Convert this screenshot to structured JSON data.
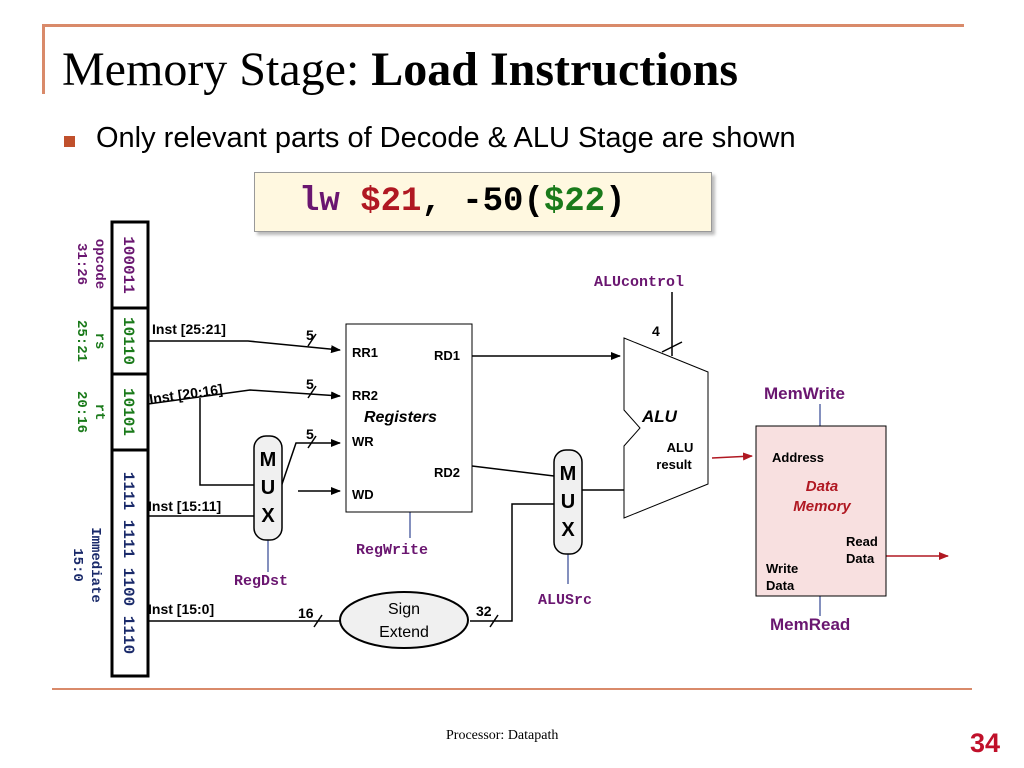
{
  "slide": {
    "title_regular": "Memory Stage: ",
    "title_bold": "Load Instructions",
    "bullet": "Only relevant parts of Decode & ALU Stage are shown",
    "footer": "Processor: Datapath",
    "page_number": "34"
  },
  "instruction": {
    "op": "lw",
    "rt": "$21",
    "sep1": ", ",
    "offset": "-50(",
    "rs": "$22",
    "close": ")"
  },
  "instruction_fields": [
    {
      "bits": "100011",
      "name": "opcode",
      "range": "31:26",
      "color": "#6a1670"
    },
    {
      "bits": "10110",
      "name": "rs",
      "range": "25:21",
      "color": "#1a7a1a"
    },
    {
      "bits": "10101",
      "name": "rt",
      "range": "20:16",
      "color": "#1a7a1a"
    },
    {
      "bits": "1111 1111 1100 1110",
      "name": "Immediate",
      "range": "15:0",
      "color": "#1a2a6a"
    }
  ],
  "wire_labels": {
    "inst_25_21": "Inst [25:21]",
    "inst_20_16": "Inst [20:16]",
    "inst_15_11": "Inst [15:11]",
    "inst_15_0": "Inst [15:0]",
    "w5a": "5",
    "w5b": "5",
    "w5c": "5",
    "w4": "4",
    "w16": "16",
    "w32": "32"
  },
  "registers": {
    "title": "Registers",
    "rr1": "RR1",
    "rr2": "RR2",
    "wr": "WR",
    "wd": "WD",
    "rd1": "RD1",
    "rd2": "RD2"
  },
  "mux": {
    "m": "M",
    "u": "U",
    "x": "X"
  },
  "alu": {
    "label": "ALU",
    "result_line1": "ALU",
    "result_line2": "result"
  },
  "sign_extend": {
    "line1": "Sign",
    "line2": "Extend"
  },
  "data_memory": {
    "address": "Address",
    "title_line1": "Data",
    "title_line2": "Memory",
    "read_data_line1": "Read",
    "read_data_line2": "Data",
    "write_data_line1": "Write",
    "write_data_line2": "Data"
  },
  "control_signals": {
    "alucontrol": "ALUcontrol",
    "regwrite": "RegWrite",
    "regdst": "RegDst",
    "alusrc": "ALUSrc",
    "memwrite": "MemWrite",
    "memread": "MemRead"
  },
  "colors": {
    "purple": "#6a1670",
    "red": "#b01822",
    "green": "#1a7a1a",
    "navy": "#1a2a6a",
    "memory_fill": "#f8e0e0",
    "accent": "#c0502c"
  }
}
